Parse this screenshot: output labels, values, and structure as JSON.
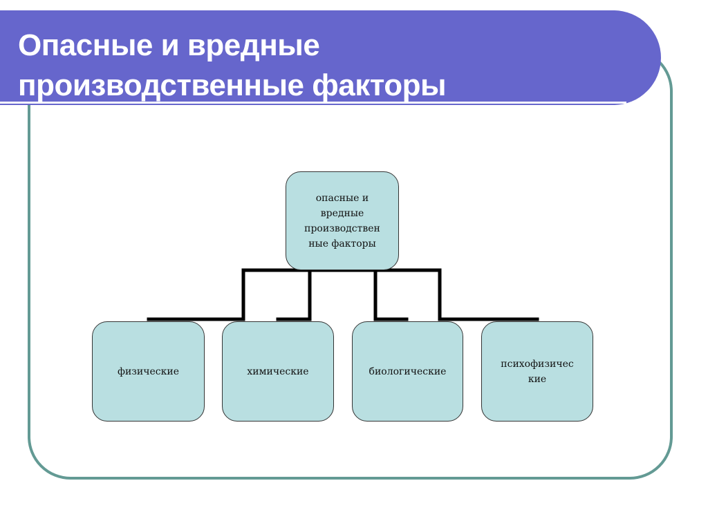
{
  "slide": {
    "title_line1": "Опасные и вредные",
    "title_line2": "производственные факторы"
  },
  "diagram": {
    "root": {
      "lines": [
        "опасные и",
        "вредные",
        "производствен",
        "ные факторы"
      ]
    },
    "children": [
      {
        "lines": [
          "физические"
        ]
      },
      {
        "lines": [
          "химические"
        ]
      },
      {
        "lines": [
          "биологические"
        ]
      },
      {
        "lines": [
          "психофизичес",
          "кие"
        ]
      }
    ]
  },
  "colors": {
    "header": "#6666cc",
    "frame": "#639a94",
    "box_fill": "#b9dfe1"
  }
}
